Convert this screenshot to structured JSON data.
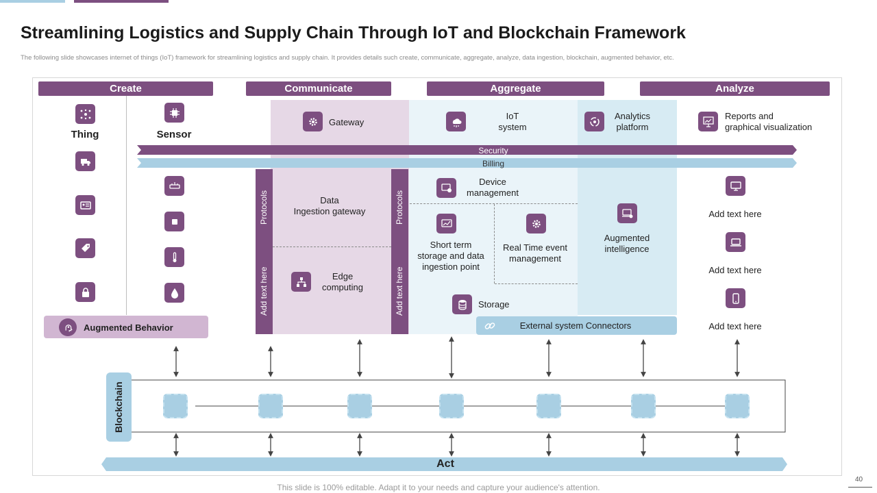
{
  "title": "Streamlining Logistics and Supply Chain Through IoT and Blockchain Framework",
  "subtitle": "The following slide showcases internet of things (IoT) framework for streamlining logistics and supply chain. It provides details such create, communicate, aggregate, analyze, data ingestion, blockchain, augmented behavior, etc.",
  "headers": {
    "create": "Create",
    "communicate": "Communicate",
    "aggregate": "Aggregate",
    "analyze": "Analyze"
  },
  "create": {
    "thing": "Thing",
    "sensor": "Sensor",
    "augmented_behavior": "Augmented Behavior"
  },
  "communicate": {
    "gateway": "Gateway",
    "protocols": "Protocols",
    "add_text": "Add text here",
    "data_ingestion": "Data\nIngestion gateway",
    "edge_computing": "Edge\ncomputing"
  },
  "aggregate": {
    "iot_system": "IoT\nsystem",
    "protocols": "Protocols",
    "add_text": "Add text here",
    "device_management": "Device\nmanagement",
    "short_term": "Short term\nstorage and data\ningestion point",
    "real_time": "Real Time event\nmanagement",
    "storage": "Storage",
    "external_connectors": "External system Connectors",
    "analytics_platform": "Analytics\nplatform",
    "augmented_intelligence": "Augmented\nintelligence"
  },
  "analyze": {
    "reports": "Reports and\ngraphical visualization",
    "add_text_1": "Add text here",
    "add_text_2": "Add text here",
    "add_text_3": "Add text here"
  },
  "bars": {
    "security": "Security",
    "billing": "Billing",
    "act": "Act",
    "blockchain": "Blockchain"
  },
  "colors": {
    "purple": "#7d4f80",
    "light_purple": "#e6d8e6",
    "light_blue": "#a9cfe3",
    "pale_blue": "#eaf4f9",
    "mid_blue": "#d7ebf3"
  },
  "footer": "This slide is 100% editable. Adapt it to your needs and capture your audience's attention.",
  "page_number": "40"
}
